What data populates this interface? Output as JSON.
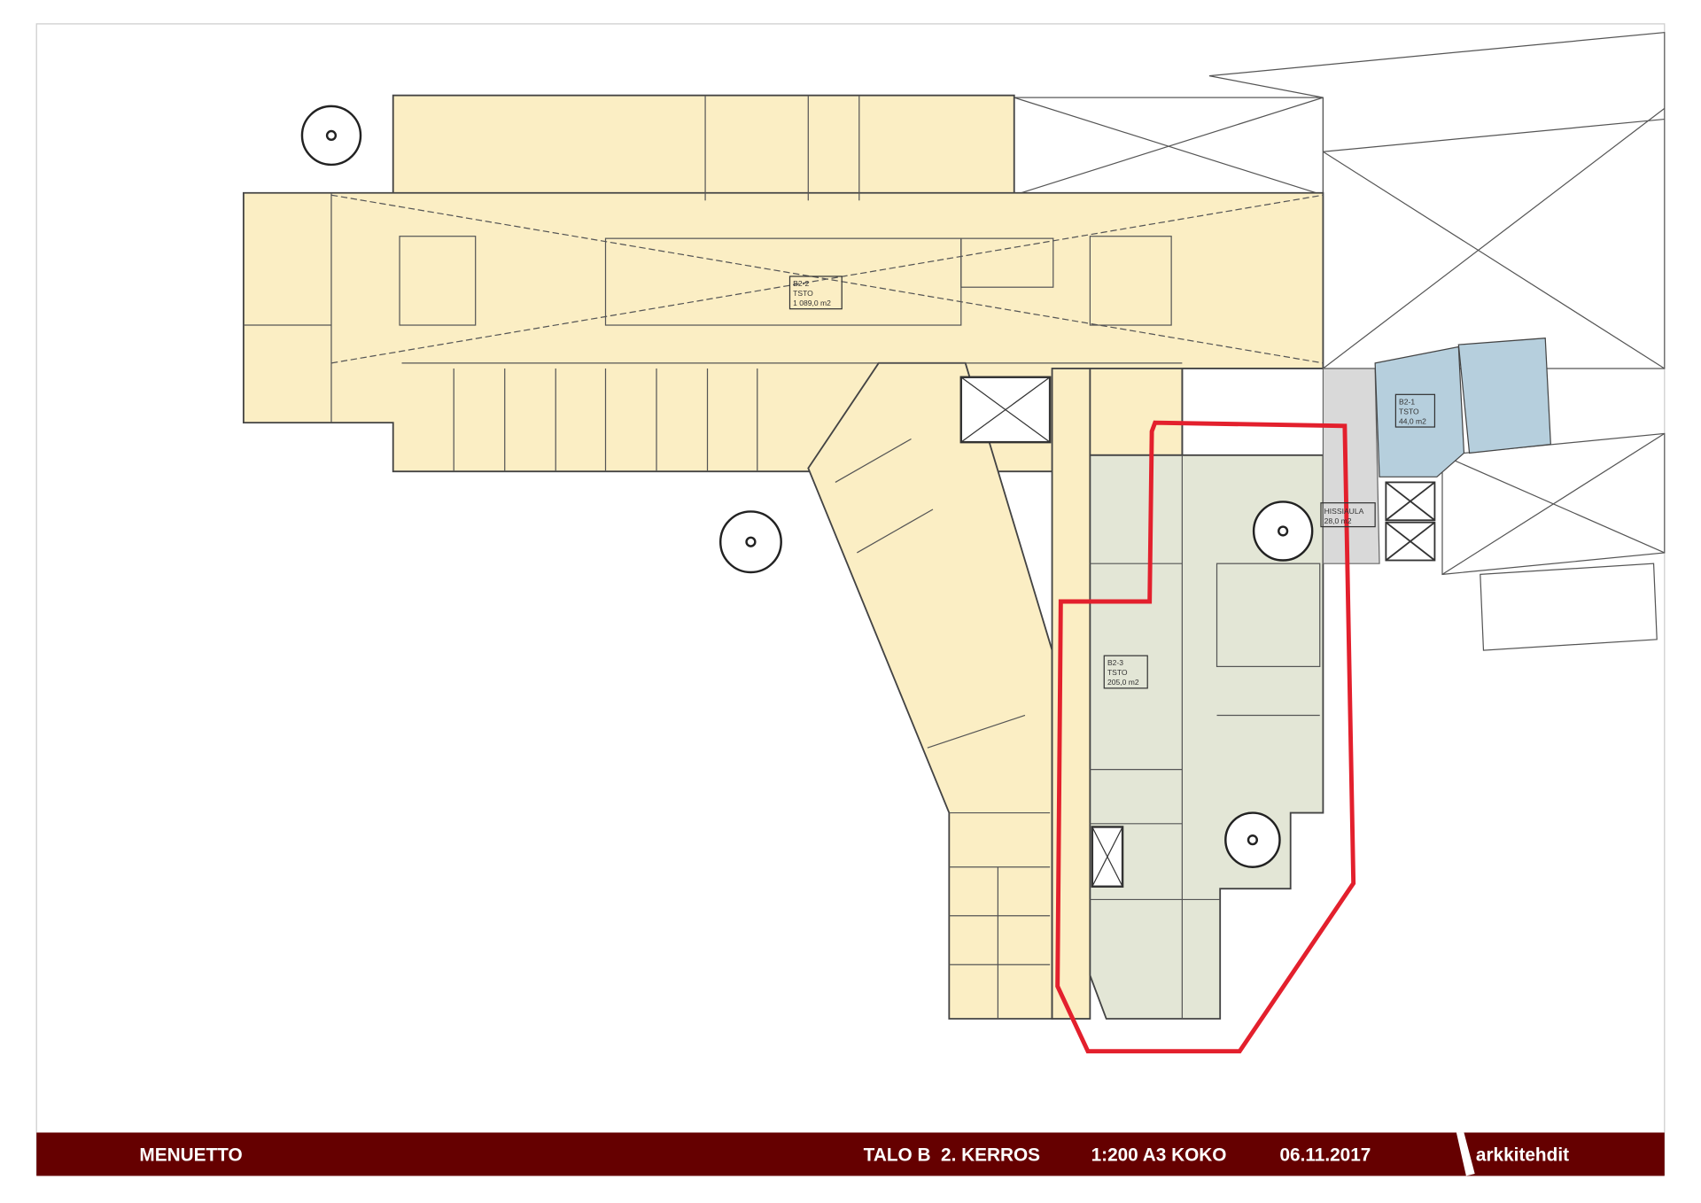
{
  "rooms": [
    {
      "id": "B2-2",
      "use": "TSTO",
      "area": "1 089,0 m2"
    },
    {
      "id": "B2-1",
      "use": "TSTO",
      "area": "44,0 m2"
    },
    {
      "id": "B2-3",
      "use": "TSTO",
      "area": "205,0 m2"
    },
    {
      "id": "HISSIAULA",
      "use": "",
      "area": "28,0 m2"
    }
  ],
  "footer": {
    "project": "MENUETTO",
    "building_floor": "TALO B  2. KERROS",
    "scale": "1:200 A3 KOKO",
    "date": "06.11.2017",
    "logo": "arkkitehdit"
  },
  "colors": {
    "office_yellow": "#fbeec4",
    "rented_green": "#e3e6d6",
    "b21_blue": "#b6cfdd",
    "lobby_grey": "#d9d9d9",
    "highlight_red": "#e3202d",
    "footer_bar": "#650000"
  }
}
